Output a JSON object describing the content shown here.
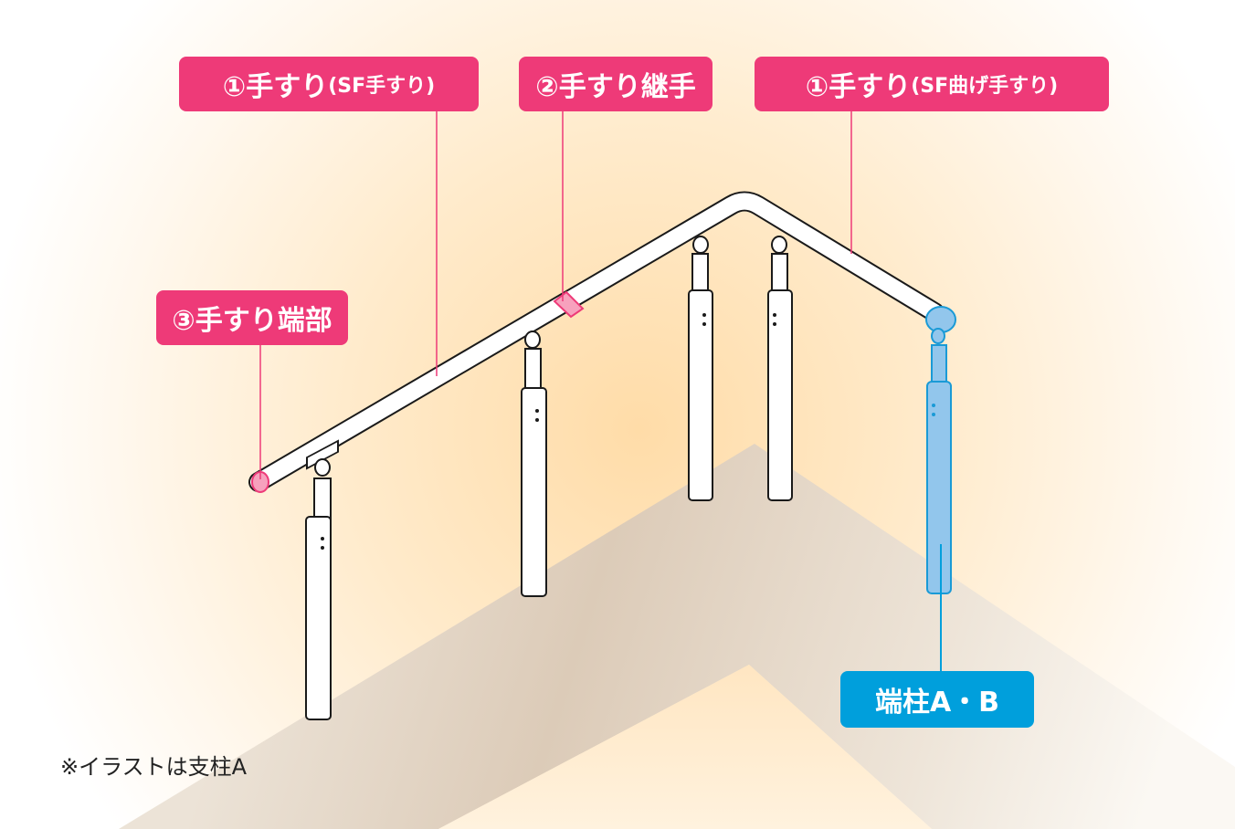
{
  "labels": {
    "handrail_sf": {
      "main": "①手すり",
      "sub": "(SF手すり)"
    },
    "handrail_joint": {
      "main": "②手すり継手"
    },
    "handrail_bent": {
      "main": "①手すり",
      "sub": "(SF曲げ手すり)"
    },
    "handrail_end": {
      "main": "③手すり端部"
    },
    "end_post": {
      "main": "端柱A・B"
    }
  },
  "note": "※イラストは支柱A",
  "colors": {
    "pink_label": "#ee3a78",
    "blue_label": "#009fdc",
    "end_post_fill": "#92c6ec",
    "joint_fill": "#f7a1bd",
    "floor": "#dccbb8",
    "wall_glow": "#ffe3b5"
  }
}
